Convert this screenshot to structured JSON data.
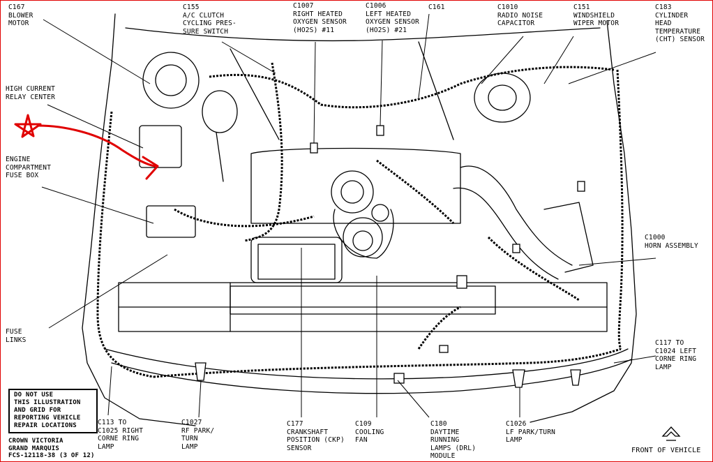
{
  "labels": {
    "c167": "C167\nBLOWER\nMOTOR",
    "c155": "C155\nA/C CLUTCH\nCYCLING PRES-\nSURE SWITCH",
    "c1007": "C1007\nRIGHT HEATED\nOXYGEN SENSOR\n(HO2S) #11",
    "c1006": "C1006\nLEFT HEATED\nOXYGEN SENSOR\n(HO2S) #21",
    "c161": "C161",
    "c1010": "C1010\nRADIO NOISE\nCAPACITOR",
    "c151": "C151\nWINDSHIELD\nWIPER MOTOR",
    "c183": "C183\nCYLINDER\nHEAD\nTEMPERATURE\n(CHT) SENSOR",
    "high_current": "HIGH CURRENT\nRELAY CENTER",
    "engine_fuse": "ENGINE\nCOMPARTMENT\nFUSE BOX",
    "c1000": "C1000\nHORN ASSEMBLY",
    "fuse_links": "FUSE\nLINKS",
    "c117": "C117 TO\nC1024 LEFT\nCORNE RING\nLAMP",
    "c113": "C113 TO\nC1025 RIGHT\nCORNE RING\nLAMP",
    "c1027": "C1027\nRF PARK/\nTURN\nLAMP",
    "c177": "C177\nCRANKSHAFT\nPOSITION (CKP)\nSENSOR",
    "c109": "C109\nCOOLING\nFAN",
    "c180": "C180\nDAYTIME\nRUNNING\nLAMPS (DRL)\nMODULE",
    "c1026": "C1026\nLF PARK/TURN\nLAMP",
    "front_of_vehicle": "FRONT OF VEHICLE"
  },
  "warning": "DO NOT USE\nTHIS ILLUSTRATION\nAND GRID FOR\nREPORTING VEHICLE\nREPAIR LOCATIONS",
  "doc_id": "CROWN VICTORIA\nGRAND MARQUIS\nFCS-12118-38 (3 OF 12)",
  "colors": {
    "annotation": "#e00000",
    "line": "#000000",
    "background": "#ffffff"
  },
  "annotation_marks": [
    "hand-drawn-star",
    "hand-drawn-arrow"
  ]
}
